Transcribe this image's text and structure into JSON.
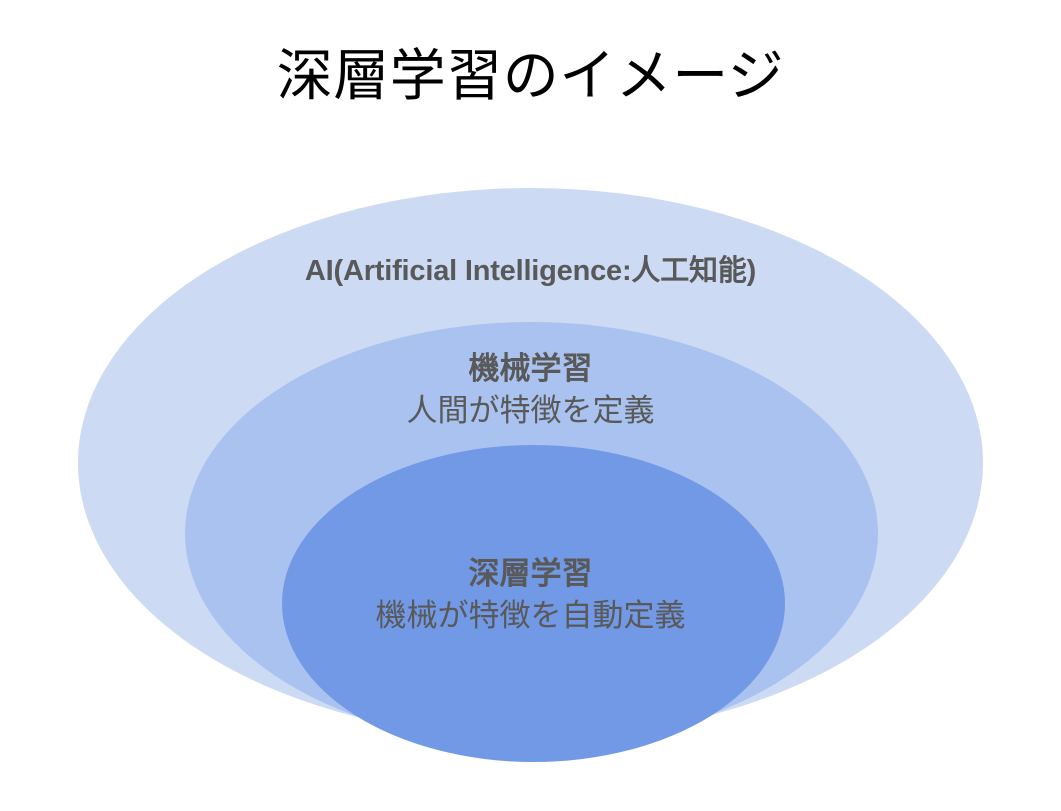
{
  "slide": {
    "title": "深層学習のイメージ",
    "background_color": "#FFFFFF",
    "title_color": "#000000"
  },
  "diagram": {
    "type": "nested-ellipse-venn",
    "text_color": "#595959",
    "layers": [
      {
        "id": "ai",
        "role": "outer",
        "label": "AI(Artificial Intelligence:人工知能)",
        "sublabel": "",
        "fill_color": "#CCDBF3"
      },
      {
        "id": "machine-learning",
        "role": "middle",
        "label": "機械学習",
        "sublabel": "人間が特徴を定義",
        "fill_color": "#A9C2EF"
      },
      {
        "id": "deep-learning",
        "role": "inner",
        "label": "深層学習",
        "sublabel": "機械が特徴を自動定義",
        "fill_color": "#7199E5"
      }
    ]
  }
}
